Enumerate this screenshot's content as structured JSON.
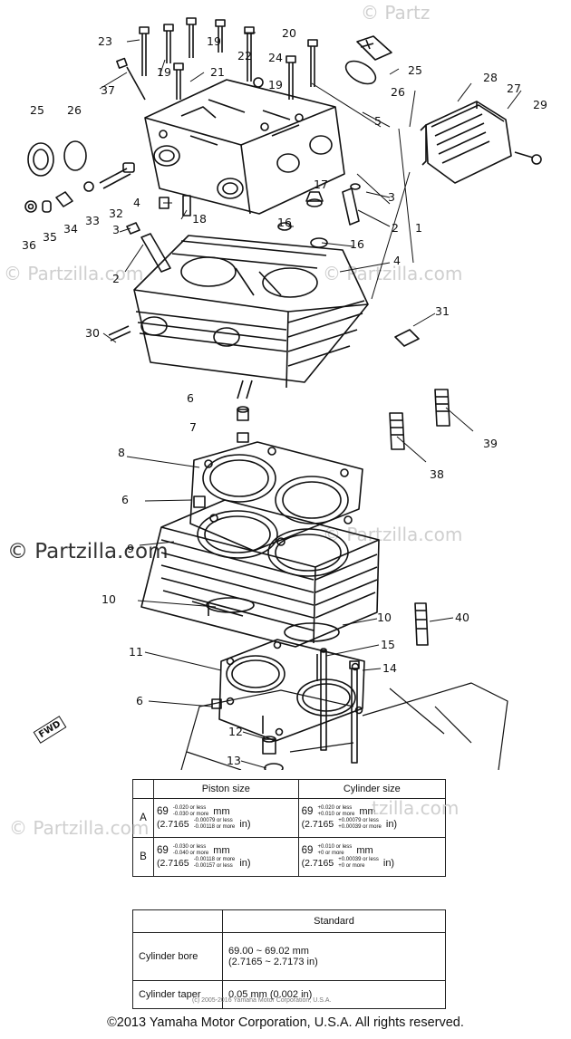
{
  "watermarks": {
    "top": "© Partzilla.com",
    "top_right": "© Partz",
    "left_mid": "© Partzilla.com",
    "right_mid": "© Partzilla.com",
    "left_big": "© Partzilla.com",
    "right_big": "© Partzilla.com",
    "table_left": "© Partzilla.com",
    "table_right": "tzilla.com"
  },
  "callouts": [
    "23",
    "19",
    "19",
    "22",
    "20",
    "25",
    "24",
    "21",
    "19",
    "37",
    "26",
    "5",
    "28",
    "27",
    "29",
    "25",
    "26",
    "17",
    "3",
    "32",
    "33",
    "34",
    "35",
    "36",
    "4",
    "18",
    "2",
    "1",
    "16",
    "16",
    "3",
    "2",
    "4",
    "31",
    "30",
    "6",
    "7",
    "39",
    "38",
    "8",
    "6",
    "9",
    "10",
    "10",
    "40",
    "15",
    "11",
    "14",
    "6",
    "12",
    "13"
  ],
  "fwd_label": "FWD",
  "piston_table": {
    "headers": [
      "",
      "Piston size",
      "Cylinder size"
    ],
    "rows": [
      {
        "id": "A",
        "piston_nominal": "69",
        "piston_tol": [
          "-0.020 or less",
          "-0.030 or more"
        ],
        "piston_unit": "mm",
        "piston_in_nominal": "(2.7165",
        "piston_in_tol": [
          "-0.00079 or less",
          "-0.00118 or more"
        ],
        "piston_in_unit": "in)",
        "cyl_nominal": "69",
        "cyl_tol": [
          "+0.020 or less",
          "+0.010 or more"
        ],
        "cyl_unit": "mm",
        "cyl_in_nominal": "(2.7165",
        "cyl_in_tol": [
          "+0.00079 or less",
          "+0.00039 or more"
        ],
        "cyl_in_unit": "in)"
      },
      {
        "id": "B",
        "piston_nominal": "69",
        "piston_tol": [
          "-0.030 or less",
          "-0.040 or more"
        ],
        "piston_unit": "mm",
        "piston_in_nominal": "(2.7165",
        "piston_in_tol": [
          "-0.00118 or more",
          "-0.00157 or less"
        ],
        "piston_in_unit": "in)",
        "cyl_nominal": "69",
        "cyl_tol": [
          "+0.010 or less",
          "+0 or more"
        ],
        "cyl_unit": "mm",
        "cyl_in_nominal": "(2.7165",
        "cyl_in_tol": [
          "+0.00039 or less",
          "+0 or more"
        ],
        "cyl_in_unit": "in)"
      }
    ]
  },
  "bore_table": {
    "header_blank": "",
    "header": "Standard",
    "rows": [
      {
        "label": "Cylinder bore",
        "value": "69.00 ~ 69.02 mm",
        "value2": "(2.7165 ~ 2.7173 in)"
      },
      {
        "label": "Cylinder taper",
        "value": "0.05 mm (0.002 in)",
        "value2": ""
      }
    ]
  },
  "fine_print": "(c) 2005-2016 Yamaha Motor Corporation, U.S.A.",
  "copyright": "©2013 Yamaha Motor Corporation, U.S.A. All rights reserved."
}
